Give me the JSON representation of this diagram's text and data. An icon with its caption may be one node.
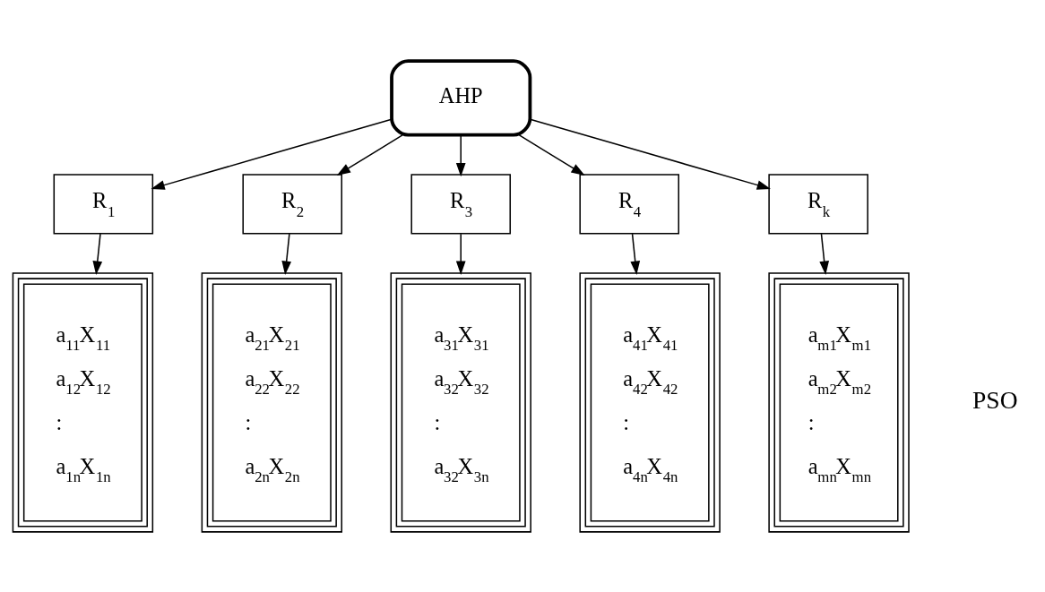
{
  "diagram": {
    "nodes": [
      {
        "text": [
          "AHP"
        ]
      },
      {
        "text": [
          "R$_{1}$"
        ]
      },
      {
        "text": [
          "R$_{2}$"
        ]
      },
      {
        "text": [
          "R$_{3}$"
        ]
      },
      {
        "text": [
          "R$_{4}$"
        ]
      },
      {
        "text": [
          "R$_{k}$"
        ]
      },
      {
        "text": [
          "a$_{11}$X$_{11}$",
          "a$_{12}$X$_{12}$",
          ":",
          "a$_{1n}$X$_{1n}$"
        ]
      },
      {
        "text": [
          "a$_{21}$X$_{21}$",
          "a$_{22}$X$_{22}$",
          ":",
          "a$_{2n}$X$_{2n}$"
        ]
      },
      {
        "text": [
          "a$_{31}$X$_{31}$",
          "a$_{32}$X$_{32}$",
          ":",
          "a$_{32}$X$_{3n}$"
        ]
      },
      {
        "text": [
          "a$_{41}$X$_{41}$",
          "a$_{42}$X$_{42}$",
          ":",
          "a$_{4n}$X$_{4n}$"
        ]
      },
      {
        "text": [
          "a$_{m1}$X$_{m1}$",
          "a$_{m2}$X$_{m2}$",
          ":",
          "a$_{mn}$X$_{mn}$"
        ]
      }
    ],
    "edges": [
      {
        "from": 0,
        "to": 1,
        "arrow": "to"
      },
      {
        "from": 0,
        "to": 2,
        "arrow": "to"
      },
      {
        "from": 0,
        "to": 3,
        "arrow": "to"
      },
      {
        "from": 0,
        "to": 4,
        "arrow": "to"
      },
      {
        "from": 0,
        "to": 5,
        "arrow": "to"
      },
      {
        "from": 1,
        "to": 6,
        "arrow": "to"
      },
      {
        "from": 2,
        "to": 7,
        "arrow": "to"
      },
      {
        "from": 3,
        "to": 8,
        "arrow": "to"
      },
      {
        "from": 4,
        "to": 9,
        "arrow": "to"
      },
      {
        "from": 5,
        "to": 10,
        "arrow": "to"
      }
    ],
    "labels": [
      "PSO"
    ]
  }
}
